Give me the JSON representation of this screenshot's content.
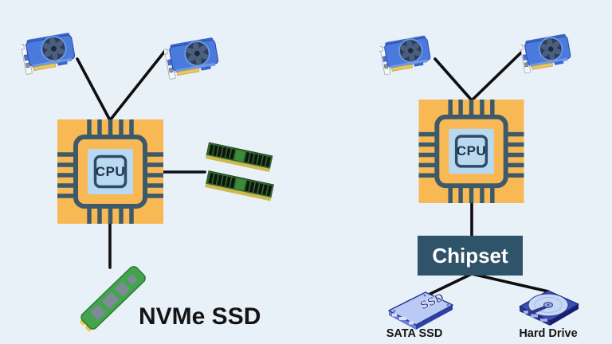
{
  "background_color": "#E9F1F8",
  "connection_color": "#0E0E0E",
  "left_diagram": {
    "cpu": {
      "label": "CPU",
      "chip_color": "#F8B955",
      "pin_color": "#3D5A6B",
      "core_color": "#B9D8F1"
    },
    "gpu_top_left": {
      "icon": "gpu-card-icon"
    },
    "gpu_top_right": {
      "icon": "gpu-card-icon"
    },
    "ram_sticks": {
      "icon": "ram-stick-icon",
      "count": 2
    },
    "nvme_ssd": {
      "icon": "nvme-ssd-icon",
      "label": "NVMe SSD"
    }
  },
  "right_diagram": {
    "cpu": {
      "label": "CPU",
      "chip_color": "#F8B955",
      "pin_color": "#3D5A6B",
      "core_color": "#B9D8F1"
    },
    "gpu_top_left": {
      "icon": "gpu-card-icon"
    },
    "gpu_top_right": {
      "icon": "gpu-card-icon"
    },
    "chipset": {
      "label": "Chipset",
      "box_color": "#2F5368",
      "text_color": "#FFFFFF"
    },
    "sata_ssd": {
      "icon": "sata-ssd-icon",
      "badge": "SSD",
      "label": "SATA SSD"
    },
    "hard_drive": {
      "icon": "hard-drive-icon",
      "label": "Hard Drive"
    }
  }
}
